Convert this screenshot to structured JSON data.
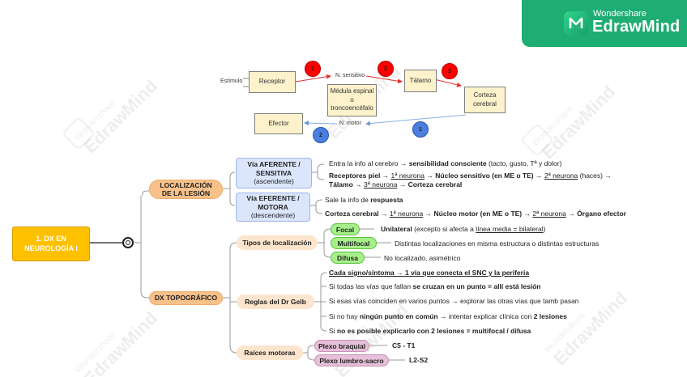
{
  "brand": {
    "small": "Wondershare",
    "big": "EdrawMind",
    "color": "#1ead72",
    "icon": "edrawmind-logo-icon"
  },
  "watermark": {
    "small": "Wondershare",
    "big": "EdrawMind"
  },
  "diagram": {
    "stimulus": "Estímulo",
    "receptor": "Receptor",
    "n_sensitivo": "N. sensitivo",
    "medula": [
      "Médula espinal",
      "o",
      "troncoencéfalo"
    ],
    "talamo": "Tálamo",
    "corteza": [
      "Corteza",
      "cerebral"
    ],
    "efector": "Efector",
    "n_motor": "N. motor",
    "red_markers": [
      "1",
      "2",
      "3"
    ],
    "blue_markers": [
      "1",
      "2"
    ],
    "colors": {
      "red": "#ff0000",
      "blue": "#4a7fe0",
      "box": "#fdf2cc"
    }
  },
  "mindmap": {
    "root": [
      "1. DX EN",
      "NEUROLOGÍA I"
    ],
    "localizacion": {
      "label": [
        "LOCALIZACIÓN",
        "DE LA LESIÓN"
      ],
      "aferente": {
        "title": [
          "Vía AFERENTE /",
          "SENSITIVA"
        ],
        "sub": "(ascendente)",
        "line1": {
          "a": "Entra la info al cerebro → ",
          "b": "sensibilidad consciente",
          "c": " (tacto, gusto, Tª y dolor)"
        },
        "line2": {
          "b1": "Receptores piel",
          "t1": " → ",
          "u1": "1ª neurona",
          "t2": " → ",
          "b2": "Núcleo sensitivo (en ME o TE)",
          "t3": " → ",
          "u2": "2ª neurona",
          "t4": " (haces) →"
        },
        "line3": {
          "b1": "Tálamo",
          "t1": " → ",
          "u1": "3ª neurona",
          "t2": " → ",
          "b2": "Corteza cerebral"
        }
      },
      "eferente": {
        "title": [
          "Vía EFERENTE /",
          "MOTORA"
        ],
        "sub": "(descendente)",
        "line1": {
          "a": "Sale la info de ",
          "b": "respuesta"
        },
        "line2": {
          "b1": "Corteza cerebral",
          "t1": " → ",
          "u1": "1ª neurona",
          "t2": " → ",
          "b2": "Núcleo motor (en ME o TE)",
          "t3": " → ",
          "u2": "2ª neurona",
          "t4": " → ",
          "b3": "Órgano efector"
        }
      }
    },
    "topografico": {
      "label": "DX TOPOGRÁFICO",
      "tipos": {
        "label": "Tipos de localización",
        "focal": {
          "label": "Focal",
          "b": "Unilateral",
          "t": " (excepto si afecta a ",
          "u": "línea media = bilateral",
          "end": ")"
        },
        "multifocal": {
          "label": "Multifocal",
          "t": "Distintas localizaciones en misma estructura o distintas estructuras"
        },
        "difusa": {
          "label": "Difusa",
          "t": "No localizado, asimétrico"
        }
      },
      "gelb": {
        "label": "Reglas del Dr Gelb",
        "r1": "Cada signo/síntoma → 1 vía que conecta el SNC y la periferia",
        "r2": {
          "a": "Si todas las vías que fallan ",
          "b": "se cruzan en un punto = allí está lesión"
        },
        "r3": "Si esas vías coinciden en varios puntos → explorar las otras vías que tamb pasan",
        "r4": {
          "a": "Si no hay ",
          "b": "ningún punto en común",
          "c": " → intentar explicar clínica con ",
          "d": "2 lesiones"
        },
        "r5": {
          "a": "Si ",
          "b": "no es posible explicarlo con 2 lesiones = multifocal / difusa"
        }
      },
      "raices": {
        "label": "Raíces motoras",
        "braquial": {
          "label": "Plexo braquial",
          "value": "C5 - T1"
        },
        "lumbro": {
          "label": "Plexo lumbro-sacro",
          "value": "L2-S2"
        }
      }
    }
  }
}
